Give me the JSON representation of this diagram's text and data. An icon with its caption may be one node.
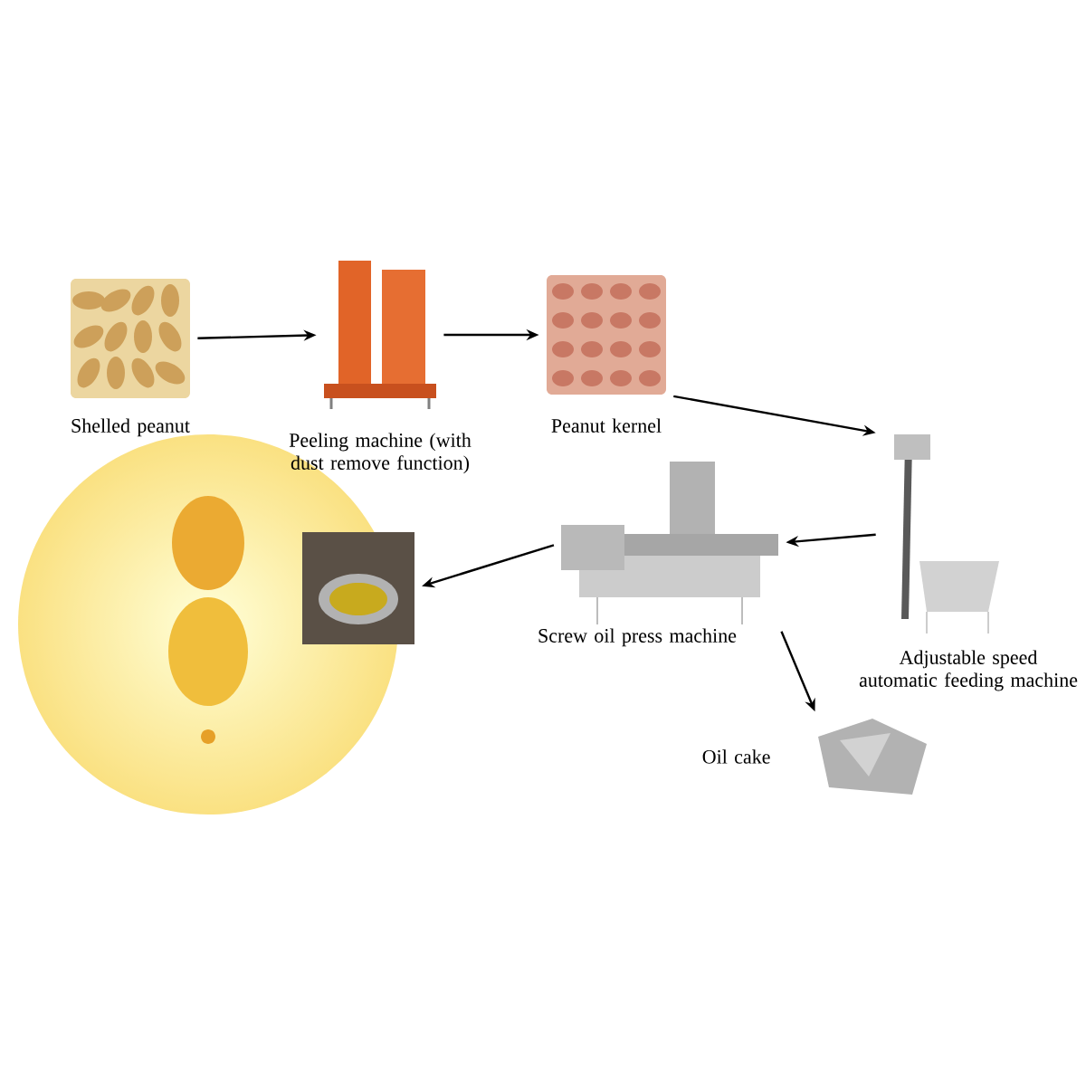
{
  "diagram": {
    "nodes": [
      {
        "text": [
          "Shelled peanut"
        ]
      },
      {
        "text": [
          "Peeling machine (with dust remove function)"
        ]
      },
      {
        "text": [
          "Peanut kernel"
        ]
      },
      {
        "text": [
          "Adjustable speed automatic feeding machine"
        ]
      },
      {
        "text": [
          "Screw oil press machine"
        ]
      },
      {
        "text": [],
        "shape": "picture"
      },
      {
        "text": [
          "Oil cake"
        ]
      }
    ],
    "edges": [
      {
        "from": 0,
        "to": 1,
        "arrow": "to"
      },
      {
        "from": 1,
        "to": 2,
        "arrow": "to"
      },
      {
        "from": 2,
        "to": 3,
        "arrow": "to"
      },
      {
        "from": 3,
        "to": 4,
        "arrow": "to"
      },
      {
        "from": 4,
        "to": 5,
        "arrow": "to"
      },
      {
        "from": 4,
        "to": 6,
        "arrow": "to"
      }
    ]
  }
}
